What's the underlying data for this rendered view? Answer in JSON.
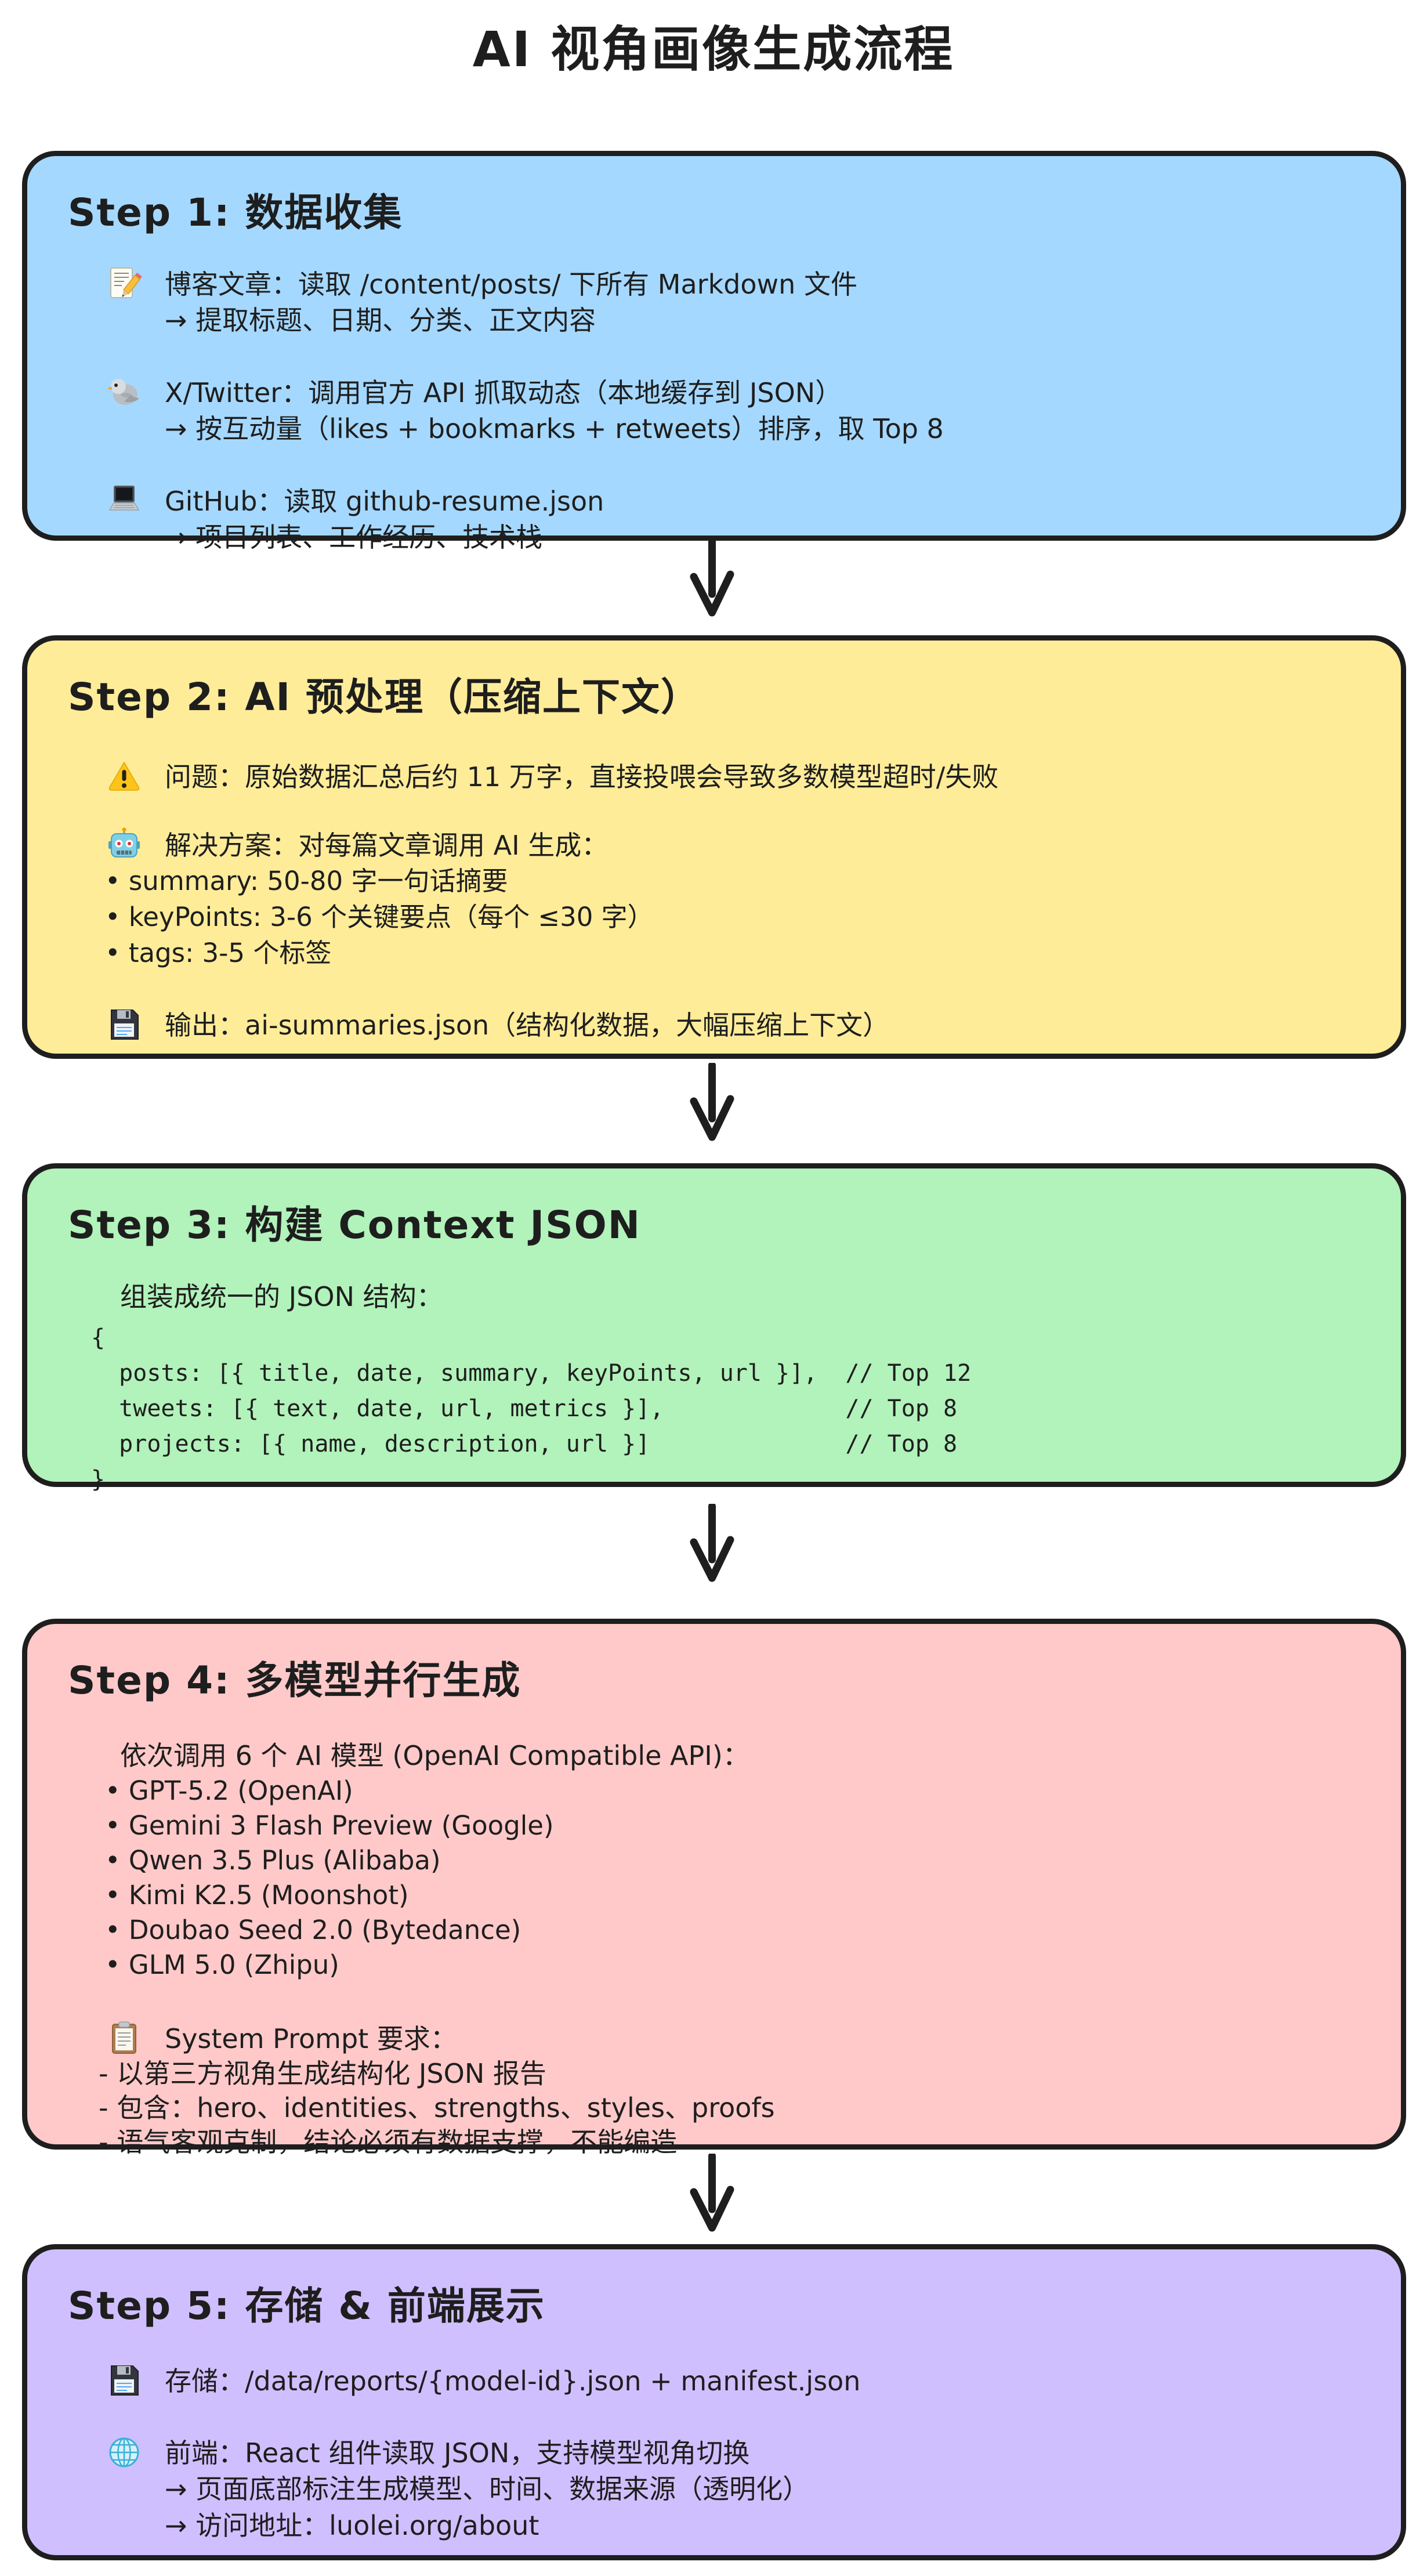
{
  "title": "AI 视角画像生成流程",
  "colors": {
    "step1_bg": "#a5d8ff",
    "step2_bg": "#ffec99",
    "step3_bg": "#b2f2bb",
    "step4_bg": "#ffc9c9",
    "step5_bg": "#d0bfff",
    "stroke": "#1e1e1e",
    "page_bg": "#ffffff"
  },
  "steps": [
    {
      "heading": "Step 1: 数据收集",
      "items": [
        {
          "icon": "memo-icon",
          "text": "博客文章：读取 /content/posts/ 下所有 Markdown 文件",
          "subs": [
            "→ 提取标题、日期、分类、正文内容"
          ]
        },
        {
          "icon": "bird-icon",
          "text": "X/Twitter：调用官方 API 抓取动态（本地缓存到 JSON）",
          "subs": [
            "→ 按互动量（likes + bookmarks + retweets）排序，取 Top 8"
          ]
        },
        {
          "icon": "laptop-icon",
          "text": "GitHub：读取 github-resume.json",
          "subs": [
            "→ 项目列表、工作经历、技术栈"
          ]
        }
      ]
    },
    {
      "heading": "Step 2: AI 预处理（压缩上下文）",
      "items": [
        {
          "icon": "warning-icon",
          "text": "问题：原始数据汇总后约 11 万字，直接投喂会导致多数模型超时/失败",
          "subs": []
        },
        {
          "icon": "robot-icon",
          "text": "解决方案：对每篇文章调用 AI 生成：",
          "subs": []
        },
        {
          "icon": "floppy-icon",
          "text": "输出：ai-summaries.json（结构化数据，大幅压缩上下文）",
          "subs": []
        }
      ],
      "bullets": [
        "• summary: 50-80 字一句话摘要",
        "• keyPoints: 3-6 个关键要点（每个 ≤30 字）",
        "• tags: 3-5 个标签"
      ]
    },
    {
      "heading": "Step 3: 构建 Context JSON",
      "intro": "组装成统一的 JSON 结构：",
      "code": [
        "{",
        "  posts: [{ title, date, summary, keyPoints, url }],  // Top 12",
        "  tweets: [{ text, date, url, metrics }],             // Top 8",
        "  projects: [{ name, description, url }]              // Top 8",
        "}"
      ]
    },
    {
      "heading": "Step 4: 多模型并行生成",
      "intro": "依次调用 6 个 AI 模型 (OpenAI Compatible API)：",
      "models": [
        "• GPT-5.2 (OpenAI)",
        "• Gemini 3 Flash Preview (Google)",
        "• Qwen 3.5 Plus (Alibaba)",
        "• Kimi K2.5 (Moonshot)",
        "• Doubao Seed 2.0 (Bytedance)",
        "• GLM 5.0 (Zhipu)"
      ],
      "prompt_title": "System Prompt 要求：",
      "prompt_rules": [
        "- 以第三方视角生成结构化 JSON 报告",
        "- 包含：hero、identities、strengths、styles、proofs",
        "- 语气客观克制，结论必须有数据支撑，不能编造"
      ]
    },
    {
      "heading": "Step 5: 存储 & 前端展示",
      "items": [
        {
          "icon": "floppy-icon",
          "text": "存储：/data/reports/{model-id}.json + manifest.json",
          "subs": []
        },
        {
          "icon": "globe-icon",
          "text": "前端：React 组件读取 JSON，支持模型视角切换",
          "subs": [
            "→ 页面底部标注生成模型、时间、数据来源（透明化）",
            "→ 访问地址：luolei.org/about"
          ]
        }
      ]
    }
  ]
}
